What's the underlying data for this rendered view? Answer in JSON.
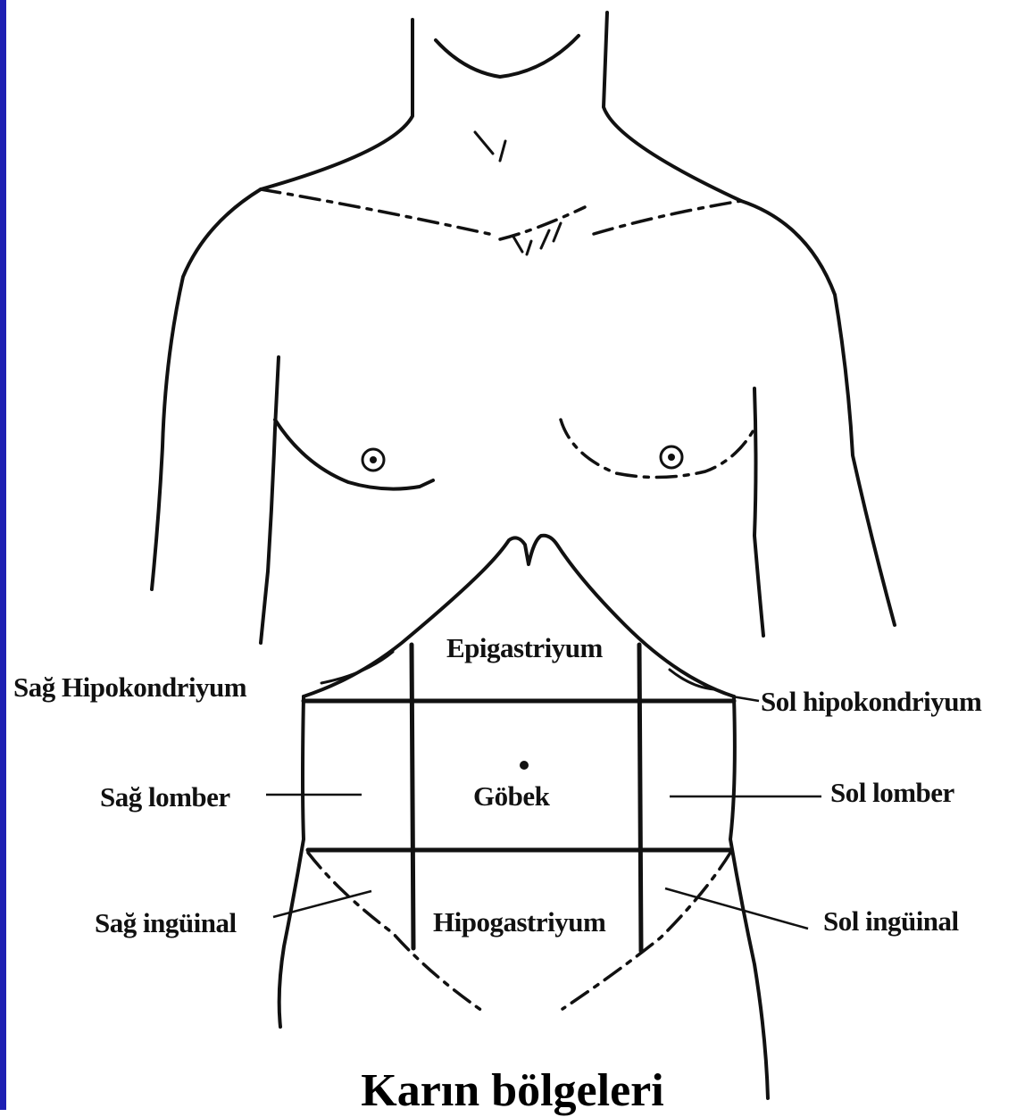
{
  "caption": "Karın bölgeleri",
  "regions": {
    "center_top": "Epigastriyum",
    "center_middle": "Göbek",
    "center_bottom": "Hipogastriyum"
  },
  "side_labels": {
    "right_hypochondrium": "Sağ Hipokondriyum",
    "left_hypochondrium": "Sol hipokondriyum",
    "right_lumbar": "Sağ lomber",
    "left_lumbar": "Sol lomber",
    "right_inguinal": "Sağ ingüinal",
    "left_inguinal": "Sol ingüinal"
  },
  "colors": {
    "ink": "#111111",
    "edge_bar": "#1d1fb3"
  }
}
